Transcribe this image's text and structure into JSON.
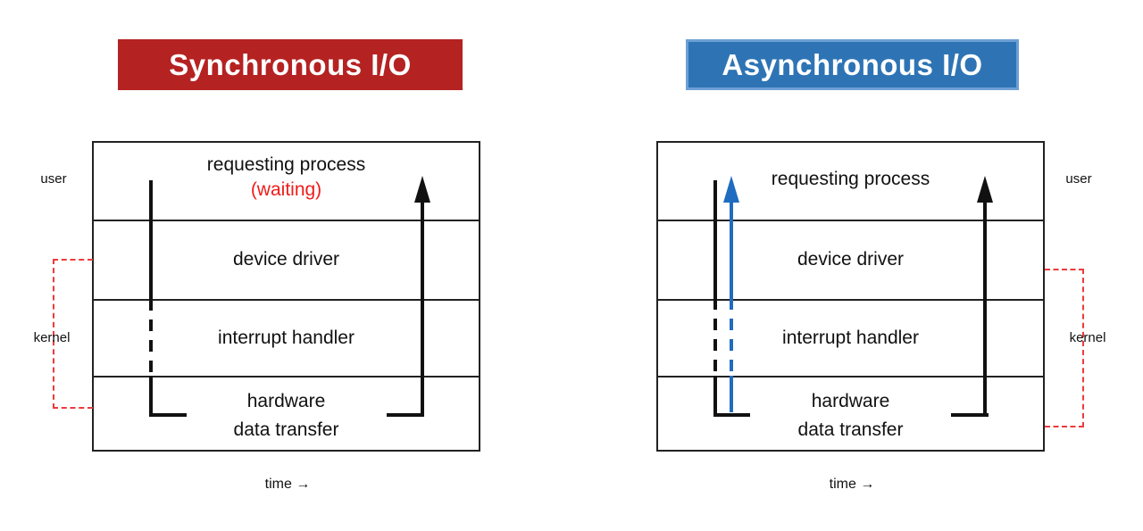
{
  "left": {
    "title": "Synchronous I/O",
    "row1": "requesting process",
    "row1_note": "(waiting)",
    "row2": "device driver",
    "row3": "interrupt handler",
    "row4_line1": "hardware",
    "row4_line2": "data transfer",
    "label_user": "user",
    "label_kernel": "kernel",
    "time_label": "time →"
  },
  "right": {
    "title": "Asynchronous I/O",
    "row1": "requesting process",
    "row2": "device driver",
    "row3": "interrupt handler",
    "row4_line1": "hardware",
    "row4_line2": "data transfer",
    "label_user": "user",
    "label_kernel": "kernel",
    "time_label": "time →"
  },
  "colors": {
    "sync_banner": "#b52222",
    "async_banner": "#2e74b5",
    "async_banner_border": "#6d9fd4",
    "waiting_text": "#ee1c1c",
    "kernel_bracket": "#ee3b3b",
    "async_flow_blue": "#1f6cc0",
    "flow_black": "#111111"
  }
}
